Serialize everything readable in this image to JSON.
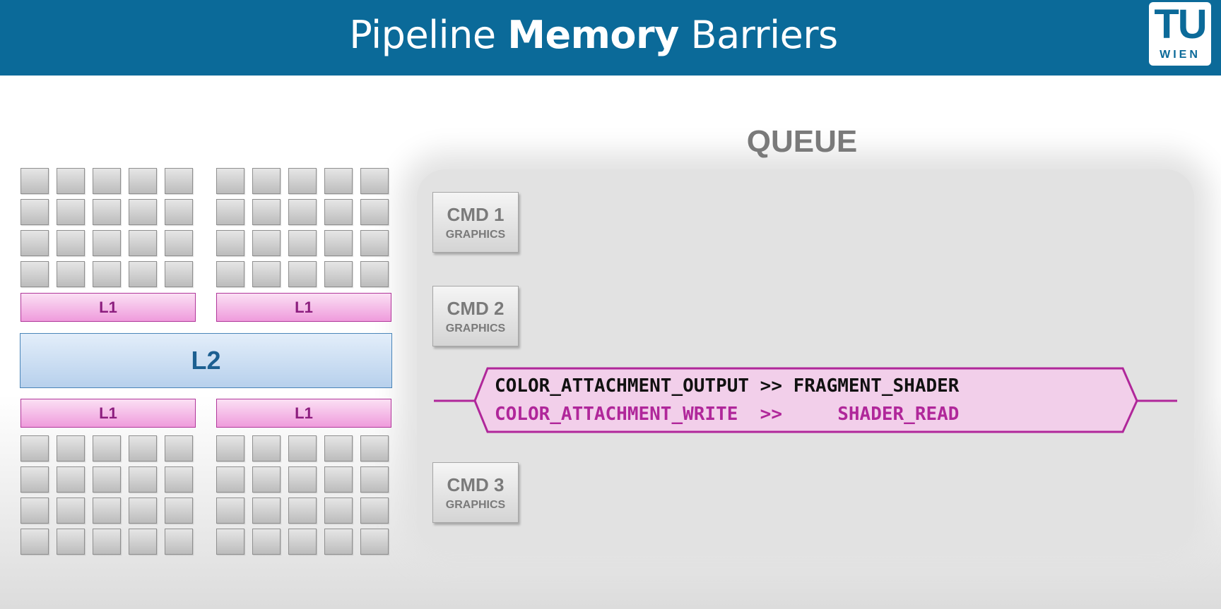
{
  "header": {
    "title_part1": "Pipeline ",
    "title_bold": "Memory",
    "title_part2": " Barriers",
    "logo_top": "TU",
    "logo_bottom": "WIEN"
  },
  "gpu": {
    "l1_label": "L1",
    "l2_label": "L2",
    "core_blocks": 4,
    "core_rows_per_block": 4,
    "core_cols_per_block": 5
  },
  "queue": {
    "title": "QUEUE",
    "commands": [
      {
        "label": "CMD 1",
        "type": "GRAPHICS"
      },
      {
        "label": "CMD 2",
        "type": "GRAPHICS"
      },
      {
        "label": "CMD 3",
        "type": "GRAPHICS"
      }
    ]
  },
  "barrier": {
    "stage_line": "COLOR_ATTACHMENT_OUTPUT >> FRAGMENT_SHADER",
    "access_line": "COLOR_ATTACHMENT_WRITE  >>     SHADER_READ"
  },
  "colors": {
    "header_blue": "#0b6a99",
    "l1_pink": "#ef9bdc",
    "l2_blue": "#b7d0ec",
    "barrier_magenta": "#b0279a"
  }
}
